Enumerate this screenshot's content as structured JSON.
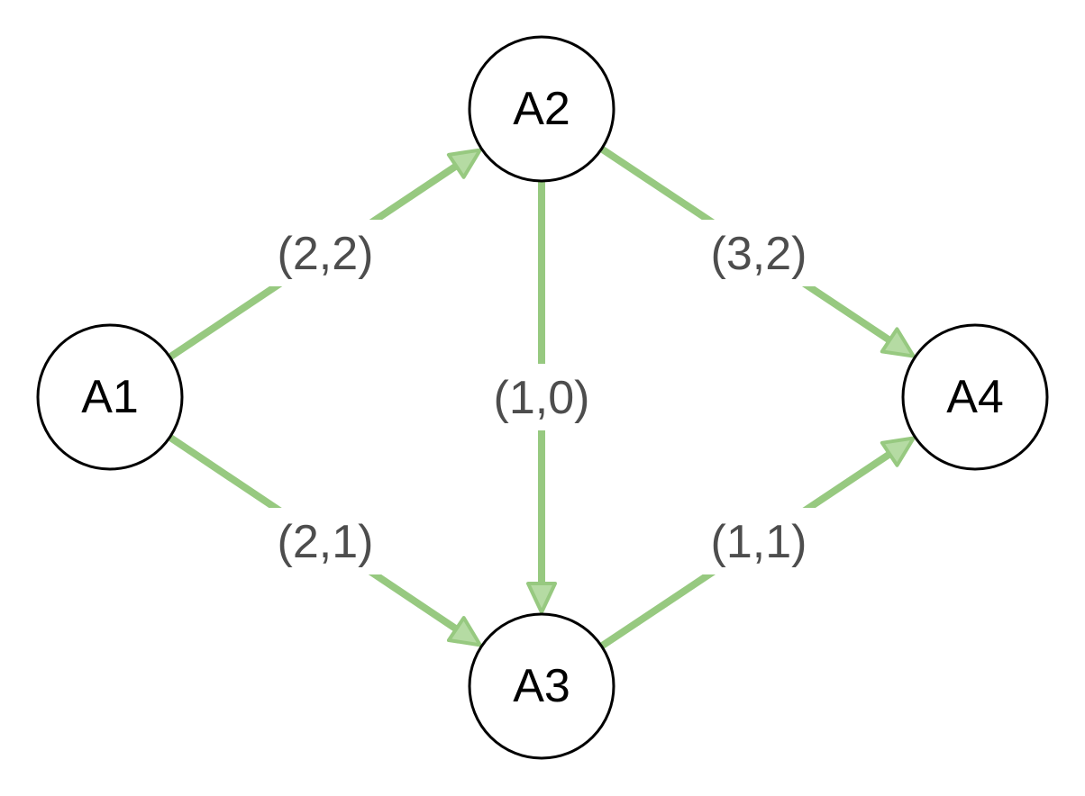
{
  "colors": {
    "edge": "#97c980",
    "edge_arrow_fill": "#b5dba3",
    "node_stroke": "#000000",
    "label_text": "#4d4d4d"
  },
  "nodes": [
    {
      "id": "A1",
      "label": "A1"
    },
    {
      "id": "A2",
      "label": "A2"
    },
    {
      "id": "A3",
      "label": "A3"
    },
    {
      "id": "A4",
      "label": "A4"
    }
  ],
  "edges": [
    {
      "from": "A1",
      "to": "A2",
      "label": "(2,2)"
    },
    {
      "from": "A1",
      "to": "A3",
      "label": "(2,1)"
    },
    {
      "from": "A2",
      "to": "A3",
      "label": "(1,0)"
    },
    {
      "from": "A2",
      "to": "A4",
      "label": "(3,2)"
    },
    {
      "from": "A3",
      "to": "A4",
      "label": "(1,1)"
    }
  ]
}
